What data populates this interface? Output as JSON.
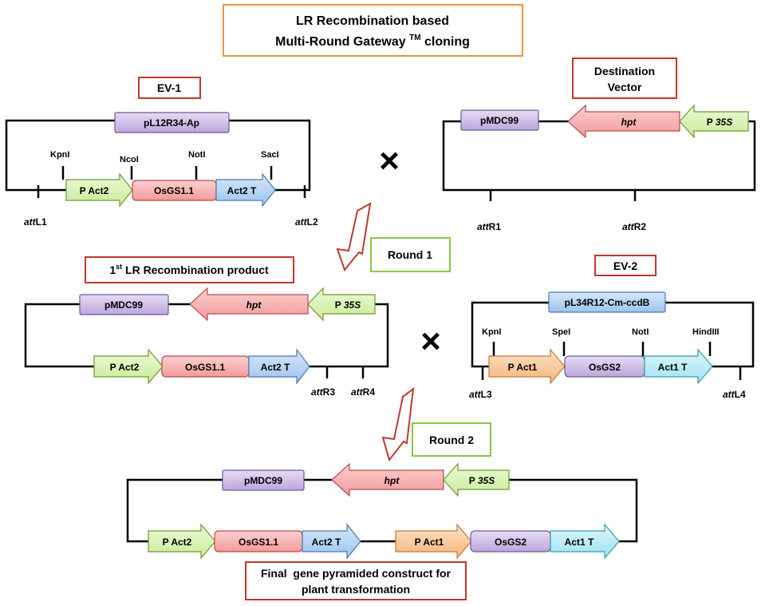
{
  "title": {
    "line1": "LR Recombination based",
    "line2a": "Multi-Round Gateway ",
    "tm": "TM",
    "line2b": " cloning"
  },
  "ev1": {
    "label": "EV-1",
    "backbone": "pL12R34-Ap",
    "sites": [
      "KpnI",
      "NcoI",
      "NotI",
      "SacI"
    ],
    "att_left_italic": "att",
    "att_left_rest": "L1",
    "att_right_italic": "att",
    "att_right_rest": "L2",
    "p_act2": "P Act2",
    "osgs11": "OsGS1.1",
    "act2t": "Act2 T"
  },
  "cross": "×",
  "dest": {
    "label_line1": "Destination",
    "label_line2": "Vector",
    "pmdc99": "pMDC99",
    "hpt": "hpt",
    "p35s_prefix": "P ",
    "p35s_italic": "35S",
    "att_left_italic": "att",
    "att_left_rest": "R1",
    "att_right_italic": "att",
    "att_right_rest": "R2"
  },
  "round1": "Round 1",
  "product1": {
    "label_sup": "st",
    "label_pre": "1",
    "label_rest": " LR Recombination product",
    "pmdc99": "pMDC99",
    "hpt": "hpt",
    "p35s_prefix": "P ",
    "p35s_italic": "35S",
    "p_act2": "P Act2",
    "osgs11": "OsGS1.1",
    "act2t": "Act2 T",
    "att3_italic": "att",
    "att3_rest": "R3",
    "att4_italic": "att",
    "att4_rest": "R4"
  },
  "ev2": {
    "label": "EV-2",
    "backbone": "pL34R12-Cm-ccdB",
    "sites": [
      "KpnI",
      "SpeI",
      "NotI",
      "HindIII"
    ],
    "p_act1": "P Act1",
    "osgs2": "OsGS2",
    "act1t": "Act1 T",
    "att_left_italic": "att",
    "att_left_rest": "L3",
    "att_right_italic": "att",
    "att_right_rest": "L4"
  },
  "round2": "Round 2",
  "final": {
    "pmdc99": "pMDC99",
    "hpt": "hpt",
    "p35s_prefix": "P ",
    "p35s_italic": "35S",
    "p_act2": "P Act2",
    "osgs11": "OsGS1.1",
    "act2t": "Act2 T",
    "p_act1": "P Act1",
    "osgs2": "OsGS2",
    "act1t": "Act1 T",
    "label_line1": "Final  gene pyramided construct for",
    "label_line2": "plant transformation"
  },
  "colors": {
    "title_border": "#f0923a",
    "label_border": "#c0392b",
    "round_border": "#8dc63f",
    "green_fill": "#d9f2b4",
    "green_stroke": "#6a9a30",
    "pink_fill": "#f6a8a8",
    "pink_stroke": "#b84a4a",
    "blue_fill": "#aed0f4",
    "blue_stroke": "#4a78b0",
    "purple_fill": "#cdb8e6",
    "purple_stroke": "#6b5a9a",
    "orange_fill": "#f8c896",
    "orange_stroke": "#c07a3a",
    "cyan_fill": "#b6ecf6",
    "cyan_stroke": "#3a9ab0",
    "arrow_stroke": "#c0392b"
  }
}
